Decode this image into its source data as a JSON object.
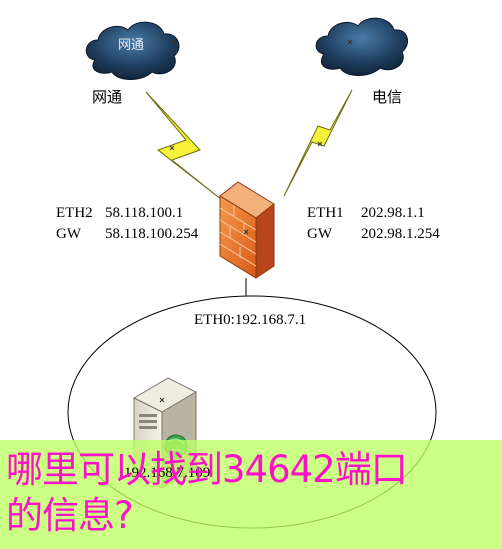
{
  "diagram": {
    "isp_left": {
      "cloud_text": "网通",
      "label": "网通"
    },
    "isp_right": {
      "label": "电信"
    },
    "eth2": {
      "name": "ETH2",
      "ip": "58.118.100.1",
      "gw_label": "GW",
      "gw": "58.118.100.254"
    },
    "eth1": {
      "name": "ETH1",
      "ip": "202.98.1.1",
      "gw_label": "GW",
      "gw": "202.98.1.254"
    },
    "eth0": {
      "label": "ETH0:192.168.7.1"
    },
    "server": {
      "ip": "192.168.7.109"
    },
    "colors": {
      "firewall": "#e8742c",
      "cloud": "#2a4a6a",
      "lightning": "#f6f23a",
      "banner_bg": "#beff64",
      "banner_text": "#ff10c8"
    }
  },
  "overlay": {
    "line1": "哪里可以找到34642端口",
    "line2": "的信息?"
  }
}
